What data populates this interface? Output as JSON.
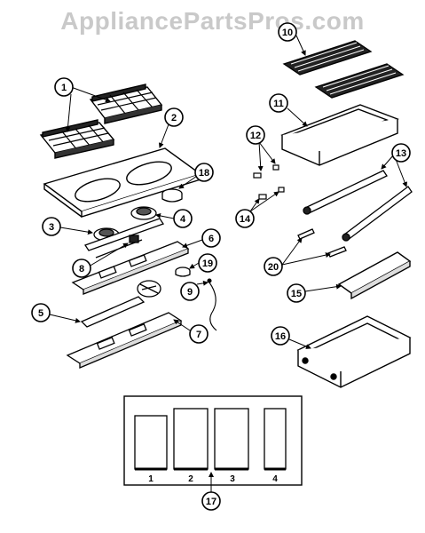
{
  "watermark": "AppliancePartsPros.com",
  "callouts": {
    "c1": "1",
    "c2": "2",
    "c3": "3",
    "c4": "4",
    "c5": "5",
    "c6": "6",
    "c7": "7",
    "c8": "8",
    "c9": "9",
    "c10": "10",
    "c11": "11",
    "c12": "12",
    "c13": "13",
    "c14": "14",
    "c15": "15",
    "c16": "16",
    "c17": "17",
    "c18": "18",
    "c19": "19",
    "c20": "20"
  },
  "panel_labels": [
    "1",
    "2",
    "3",
    "4"
  ]
}
